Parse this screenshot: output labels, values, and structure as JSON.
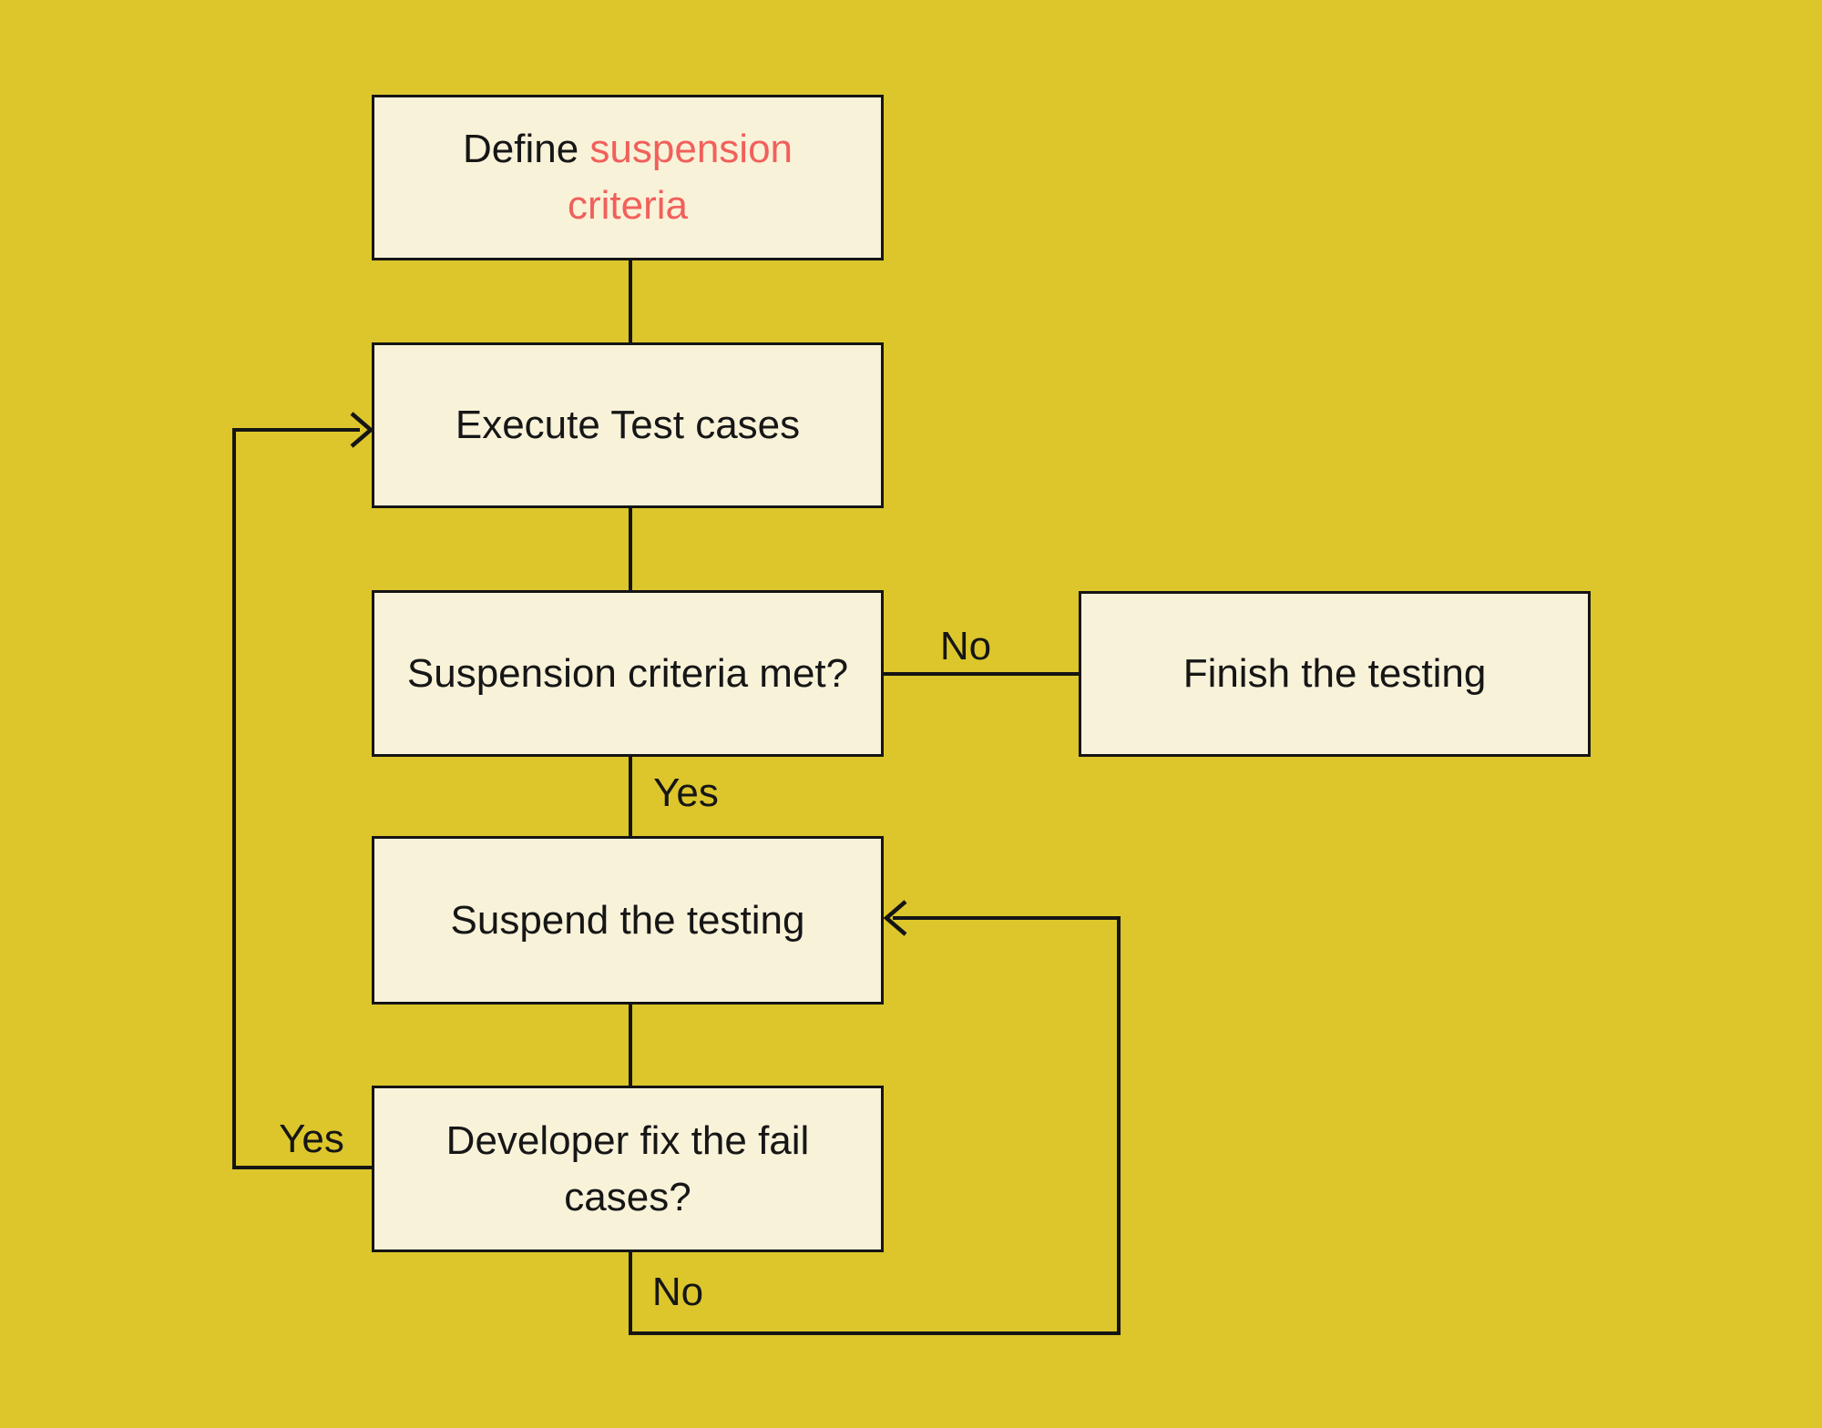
{
  "diagram": {
    "type": "flowchart",
    "colors": {
      "background": "#dcc62b",
      "node_fill": "#f8f2d9",
      "node_border": "#151515",
      "connector": "#151515",
      "text": "#161616",
      "accent_red": "#f1605b"
    },
    "nodes": {
      "define": {
        "prefix": "Define",
        "highlight": "suspension criteria"
      },
      "execute": {
        "label": "Execute Test cases"
      },
      "criteria": {
        "label": "Suspension criteria met?"
      },
      "finish": {
        "label": "Finish the testing"
      },
      "suspend": {
        "label": "Suspend the testing"
      },
      "developer": {
        "label": "Developer fix the fail cases?"
      }
    },
    "edge_labels": {
      "criteria_no": "No",
      "criteria_yes": "Yes",
      "developer_yes": "Yes",
      "developer_no": "No"
    },
    "edges": [
      {
        "from": "define",
        "to": "execute",
        "label": ""
      },
      {
        "from": "execute",
        "to": "criteria",
        "label": ""
      },
      {
        "from": "criteria",
        "to": "finish",
        "label": "No"
      },
      {
        "from": "criteria",
        "to": "suspend",
        "label": "Yes"
      },
      {
        "from": "suspend",
        "to": "developer",
        "label": ""
      },
      {
        "from": "developer",
        "to": "execute",
        "label": "Yes"
      },
      {
        "from": "developer",
        "to": "suspend",
        "label": "No"
      }
    ],
    "icons": {
      "arrow_into_execute": "chevron-right-arrowhead",
      "arrow_into_suspend": "chevron-left-arrowhead"
    }
  }
}
